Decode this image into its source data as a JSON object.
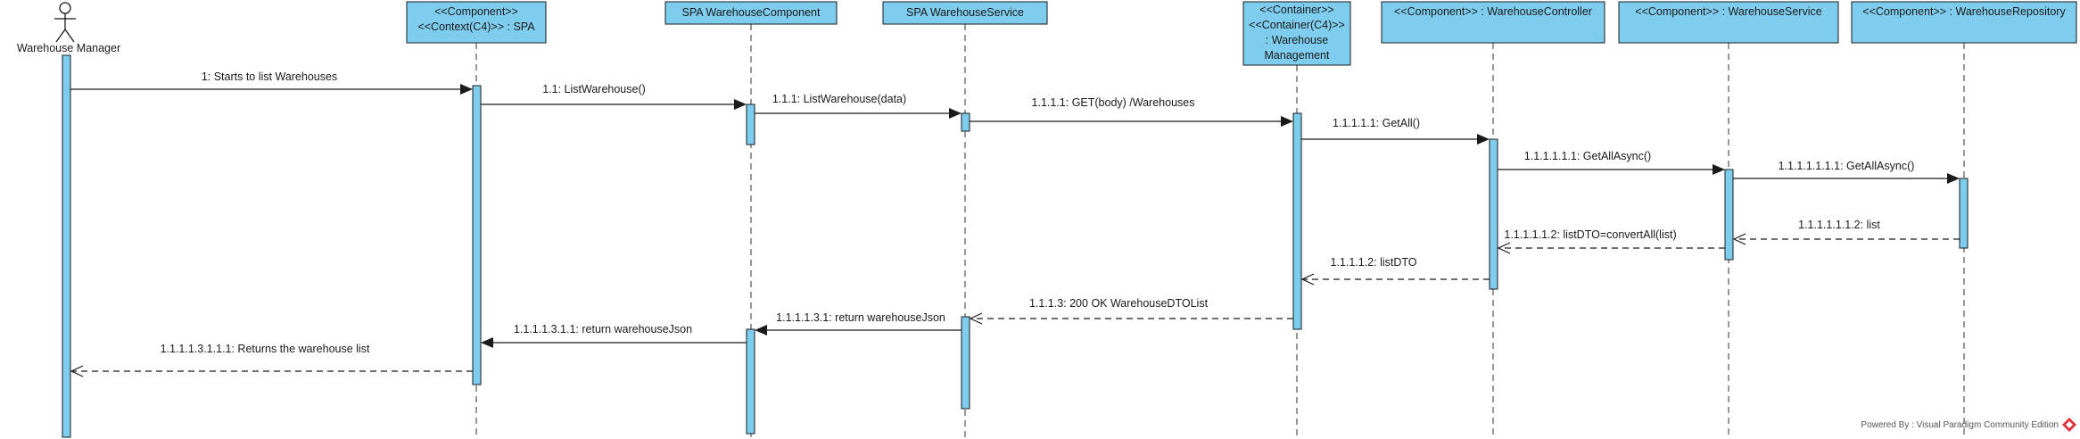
{
  "diagram": {
    "actor_label": "Warehouse Manager",
    "participants": [
      {
        "lines": [
          "<<Component>>",
          "<<Context(C4)>> : SPA"
        ]
      },
      {
        "lines": [
          "SPA WarehouseComponent"
        ]
      },
      {
        "lines": [
          "SPA WarehouseService"
        ]
      },
      {
        "lines": [
          "<<Container>>",
          "<<Container(C4)>>",
          ": Warehouse",
          "Management"
        ]
      },
      {
        "lines": [
          "<<Component>> : WarehouseController"
        ]
      },
      {
        "lines": [
          "<<Component>> : WarehouseService"
        ]
      },
      {
        "lines": [
          "<<Component>> : WarehouseRepository"
        ]
      }
    ],
    "messages": [
      {
        "from": 0,
        "to": 1,
        "kind": "call",
        "label": "1: Starts to list Warehouses"
      },
      {
        "from": 1,
        "to": 2,
        "kind": "call",
        "label": "1.1: ListWarehouse()"
      },
      {
        "from": 2,
        "to": 3,
        "kind": "call",
        "label": "1.1.1: ListWarehouse(data)"
      },
      {
        "from": 3,
        "to": 4,
        "kind": "call",
        "label": "1.1.1.1: GET(body) /Warehouses"
      },
      {
        "from": 4,
        "to": 5,
        "kind": "call",
        "label": "1.1.1.1.1: GetAll()"
      },
      {
        "from": 5,
        "to": 6,
        "kind": "call",
        "label": "1.1.1.1.1.1: GetAllAsync()"
      },
      {
        "from": 6,
        "to": 7,
        "kind": "call",
        "label": "1.1.1.1.1.1.1: GetAllAsync()"
      },
      {
        "from": 7,
        "to": 6,
        "kind": "return",
        "label": "1.1.1.1.1.1.2: list"
      },
      {
        "from": 6,
        "to": 5,
        "kind": "return",
        "label": "1.1.1.1.1.2: listDTO=convertAll(list)"
      },
      {
        "from": 5,
        "to": 4,
        "kind": "return",
        "label": "1.1.1.1.2: listDTO"
      },
      {
        "from": 4,
        "to": 3,
        "kind": "return",
        "label": "1.1.1.3: 200 OK WarehouseDTOList"
      },
      {
        "from": 3,
        "to": 2,
        "kind": "return",
        "label": "1.1.1.1.3.1: return warehouseJson"
      },
      {
        "from": 2,
        "to": 1,
        "kind": "call",
        "label": "1.1.1.1.3.1.1: return warehouseJson"
      },
      {
        "from": 1,
        "to": 0,
        "kind": "return",
        "label": "1.1.1.1.3.1.1.1: Returns the warehouse list"
      }
    ],
    "footer": "Powered By : Visual Paradigm Community Edition"
  },
  "colors": {
    "fill": "#7fcdee",
    "stroke": "#1a1a1a",
    "logo": "#e0303b"
  },
  "icons": {
    "actor": "stick-figure-icon",
    "logo": "visual-paradigm-logo-icon"
  }
}
